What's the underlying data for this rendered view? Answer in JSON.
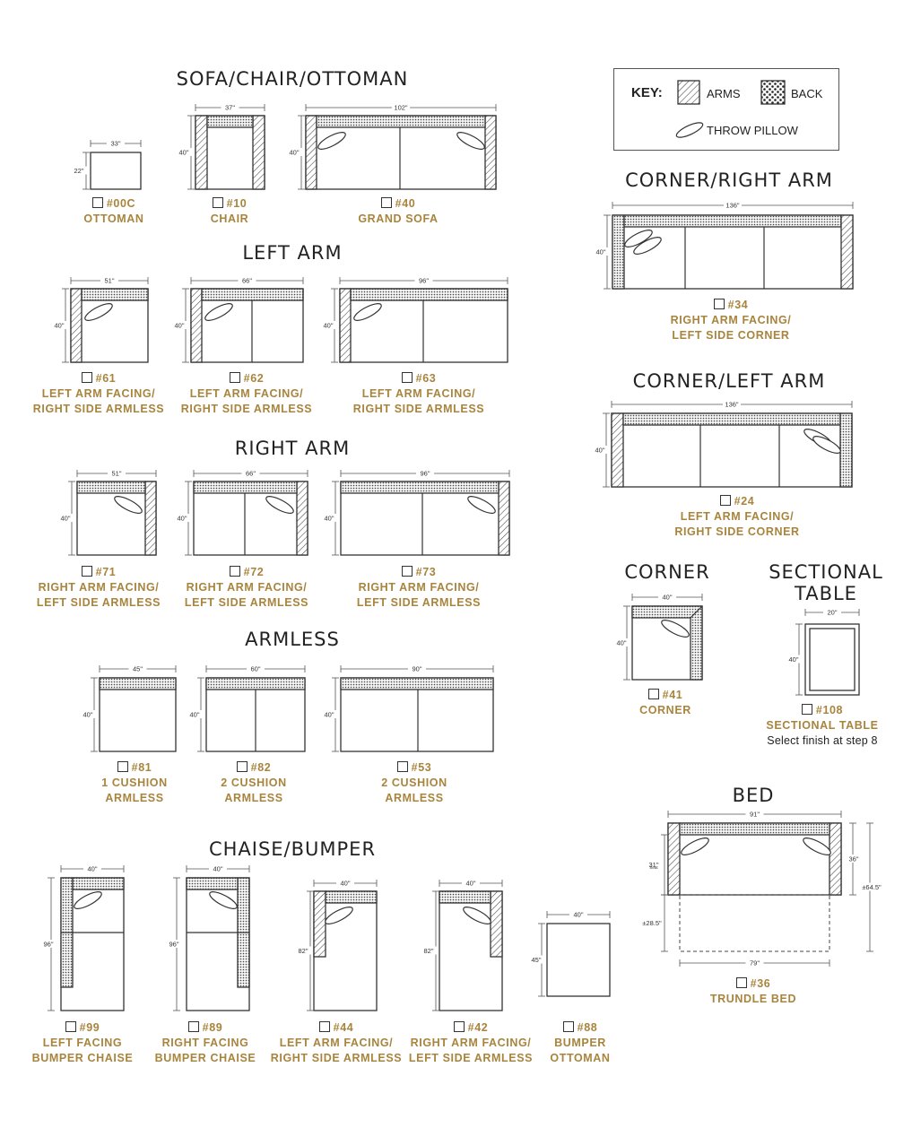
{
  "headings": {
    "sofa": "SOFA/CHAIR/OTTOMAN",
    "left_arm": "LEFT ARM",
    "right_arm": "RIGHT ARM",
    "armless": "ARMLESS",
    "chaise": "CHAISE/BUMPER",
    "corner_right": "CORNER/RIGHT ARM",
    "corner_left": "CORNER/LEFT ARM",
    "corner": "CORNER",
    "sectional_table_1": "SECTIONAL",
    "sectional_table_2": "TABLE",
    "bed": "BED"
  },
  "key": {
    "title": "KEY:",
    "arms": "ARMS",
    "back": "BACK",
    "pillow": "THROW PILLOW"
  },
  "colors": {
    "accent": "#a8843d",
    "line": "#333333"
  },
  "pieces": [
    {
      "id": "00c",
      "num": "#00C",
      "l1": "OTTOMAN",
      "l2": "",
      "w": "33\"",
      "d": "22\""
    },
    {
      "id": "10",
      "num": "#10",
      "l1": "CHAIR",
      "l2": "",
      "w": "37\"",
      "d": "40\""
    },
    {
      "id": "40",
      "num": "#40",
      "l1": "GRAND SOFA",
      "l2": "",
      "w": "102\"",
      "d": "40\""
    },
    {
      "id": "61",
      "num": "#61",
      "l1": "LEFT ARM FACING/",
      "l2": "RIGHT SIDE ARMLESS",
      "w": "51\"",
      "d": "40\""
    },
    {
      "id": "62",
      "num": "#62",
      "l1": "LEFT ARM FACING/",
      "l2": "RIGHT SIDE ARMLESS",
      "w": "66\"",
      "d": "40\""
    },
    {
      "id": "63",
      "num": "#63",
      "l1": "LEFT ARM FACING/",
      "l2": "RIGHT SIDE ARMLESS",
      "w": "96\"",
      "d": "40\""
    },
    {
      "id": "71",
      "num": "#71",
      "l1": "RIGHT ARM FACING/",
      "l2": "LEFT SIDE ARMLESS",
      "w": "51\"",
      "d": "40\""
    },
    {
      "id": "72",
      "num": "#72",
      "l1": "RIGHT ARM FACING/",
      "l2": "LEFT SIDE ARMLESS",
      "w": "66\"",
      "d": "40\""
    },
    {
      "id": "73",
      "num": "#73",
      "l1": "RIGHT ARM FACING/",
      "l2": "LEFT SIDE ARMLESS",
      "w": "96\"",
      "d": "40\""
    },
    {
      "id": "81",
      "num": "#81",
      "l1": "1 CUSHION",
      "l2": "ARMLESS",
      "w": "45\"",
      "d": "40\""
    },
    {
      "id": "82",
      "num": "#82",
      "l1": "2 CUSHION",
      "l2": "ARMLESS",
      "w": "60\"",
      "d": "40\""
    },
    {
      "id": "53",
      "num": "#53",
      "l1": "2 CUSHION",
      "l2": "ARMLESS",
      "w": "90\"",
      "d": "40\""
    },
    {
      "id": "99",
      "num": "#99",
      "l1": "LEFT FACING",
      "l2": "BUMPER CHAISE",
      "w": "40\"",
      "d": "96\""
    },
    {
      "id": "89",
      "num": "#89",
      "l1": "RIGHT FACING",
      "l2": "BUMPER CHAISE",
      "w": "40\"",
      "d": "96\""
    },
    {
      "id": "44",
      "num": "#44",
      "l1": "LEFT ARM FACING/",
      "l2": "RIGHT SIDE ARMLESS",
      "w": "40\"",
      "d": "82\""
    },
    {
      "id": "42",
      "num": "#42",
      "l1": "RIGHT ARM FACING/",
      "l2": "LEFT SIDE ARMLESS",
      "w": "40\"",
      "d": "82\""
    },
    {
      "id": "88",
      "num": "#88",
      "l1": "BUMPER",
      "l2": "OTTOMAN",
      "w": "40\"",
      "d": "45\""
    },
    {
      "id": "34",
      "num": "#34",
      "l1": "RIGHT ARM FACING/",
      "l2": "LEFT SIDE CORNER",
      "w": "136\"",
      "d": "40\""
    },
    {
      "id": "24",
      "num": "#24",
      "l1": "LEFT ARM FACING/",
      "l2": "RIGHT SIDE CORNER",
      "w": "136\"",
      "d": "40\""
    },
    {
      "id": "41",
      "num": "#41",
      "l1": "CORNER",
      "l2": "",
      "w": "40\"",
      "d": "40\""
    },
    {
      "id": "108",
      "num": "#108",
      "l1": "SECTIONAL TABLE",
      "l2": "",
      "note": "Select finish at step 8",
      "w": "20\"",
      "d": "40\""
    },
    {
      "id": "36",
      "num": "#36",
      "l1": "TRUNDLE BED",
      "l2": "",
      "w": "91\"",
      "d": "36\"",
      "seat": "31\"",
      "seat_note": "Seat",
      "ext": "±28.5\"",
      "total": "±64.5\"",
      "trundle_w": "79\""
    }
  ]
}
